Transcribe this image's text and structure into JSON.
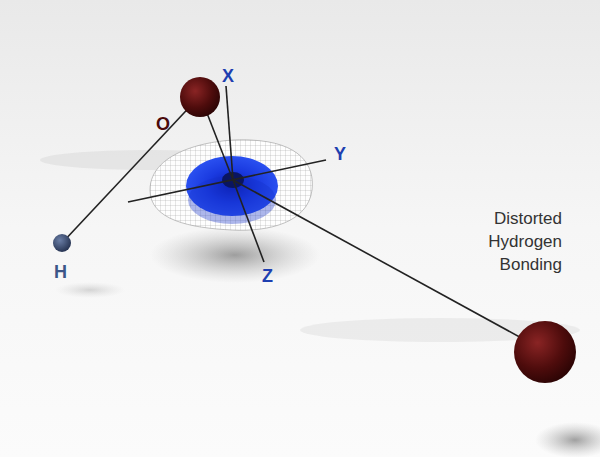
{
  "diagram": {
    "labels": [
      "H",
      "O",
      "X",
      "Y",
      "Z",
      "Distorted Hydrogen Bonding"
    ]
  }
}
